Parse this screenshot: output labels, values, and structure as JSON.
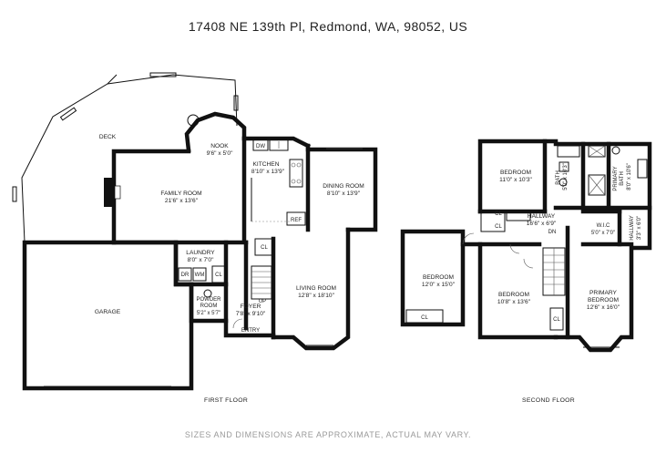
{
  "address": "17408 NE 139th Pl, Redmond, WA, 98052, US",
  "disclaimer": "SIZES AND DIMENSIONS ARE APPROXIMATE, ACTUAL MAY VARY.",
  "first_floor": {
    "label": "FIRST FLOOR",
    "rooms": {
      "deck": {
        "name": "DECK"
      },
      "nook": {
        "name": "NOOK",
        "dim": "9'6\" x 5'0\""
      },
      "dw": {
        "name": "DW"
      },
      "kitchen": {
        "name": "KITCHEN",
        "dim": "8'10\" x 13'9\""
      },
      "family_room": {
        "name": "FAMILY ROOM",
        "dim": "21'6\" x 13'6\""
      },
      "dining_room": {
        "name": "DINING ROOM",
        "dim": "8'10\" x 13'9\""
      },
      "ref": {
        "name": "REF"
      },
      "cl1": {
        "name": "CL"
      },
      "laundry": {
        "name": "LAUNDRY",
        "dim": "8'0\" x 7'0\""
      },
      "dr": {
        "name": "DR"
      },
      "wm": {
        "name": "WM"
      },
      "cl2": {
        "name": "CL"
      },
      "garage": {
        "name": "GARAGE"
      },
      "powder": {
        "name1": "POWDER",
        "name2": "ROOM",
        "dim": "5'2\" x 5'7\""
      },
      "foyer": {
        "name": "FOYER",
        "dim": "7'8\" x 9'10\""
      },
      "up": {
        "name": "UP"
      },
      "entry": {
        "name": "ENTRY"
      },
      "living_room": {
        "name": "LIVING ROOM",
        "dim": "12'8\" x 18'10\""
      }
    }
  },
  "second_floor": {
    "label": "SECOND FLOOR",
    "rooms": {
      "bedroom1": {
        "name": "BEDROOM",
        "dim": "11'0\" x 10'3\""
      },
      "bath": {
        "name": "BATH",
        "dim": "5'0\" x 10'3\""
      },
      "primary_bath": {
        "name1": "PRIMARY",
        "name2": "BATH",
        "dim": "8'0\" x 10'6\""
      },
      "cl_a": {
        "name": "CL"
      },
      "cl_b": {
        "name": "CL"
      },
      "hallway": {
        "name": "HALLWAY",
        "dim": "16'6\" x 6'9\""
      },
      "dn": {
        "name": "DN"
      },
      "wic": {
        "name": "W.I.C",
        "dim": "5'0\" x 7'0\""
      },
      "hallway2": {
        "name": "HALLWAY",
        "dim": "3'3\" x 6'0\""
      },
      "bedroom2": {
        "name": "BEDROOM",
        "dim": "12'0\" x 15'0\""
      },
      "cl_c": {
        "name": "CL"
      },
      "bedroom3": {
        "name": "BEDROOM",
        "dim": "10'8\" x 13'6\""
      },
      "cl_d": {
        "name": "CL"
      },
      "primary_bedroom": {
        "name1": "PRIMARY",
        "name2": "BEDROOM",
        "dim": "12'6\" x 16'0\""
      }
    }
  }
}
